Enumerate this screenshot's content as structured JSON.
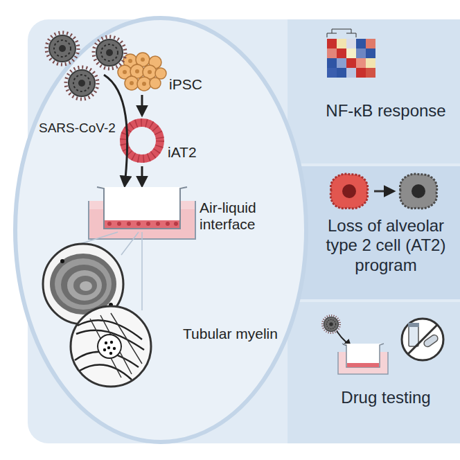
{
  "diagram": {
    "nodes": [
      {
        "text": [
          "iPSC",
          "iAT2",
          "SARS-CoV-2",
          "Air-liquid interface",
          "Tubular myelin"
        ]
      },
      {
        "text": [
          "NF-κB response"
        ]
      },
      {
        "text": [
          "Loss of alveolar type 2 cell (AT2) program"
        ]
      },
      {
        "text": [
          "Drug testing"
        ]
      }
    ]
  }
}
